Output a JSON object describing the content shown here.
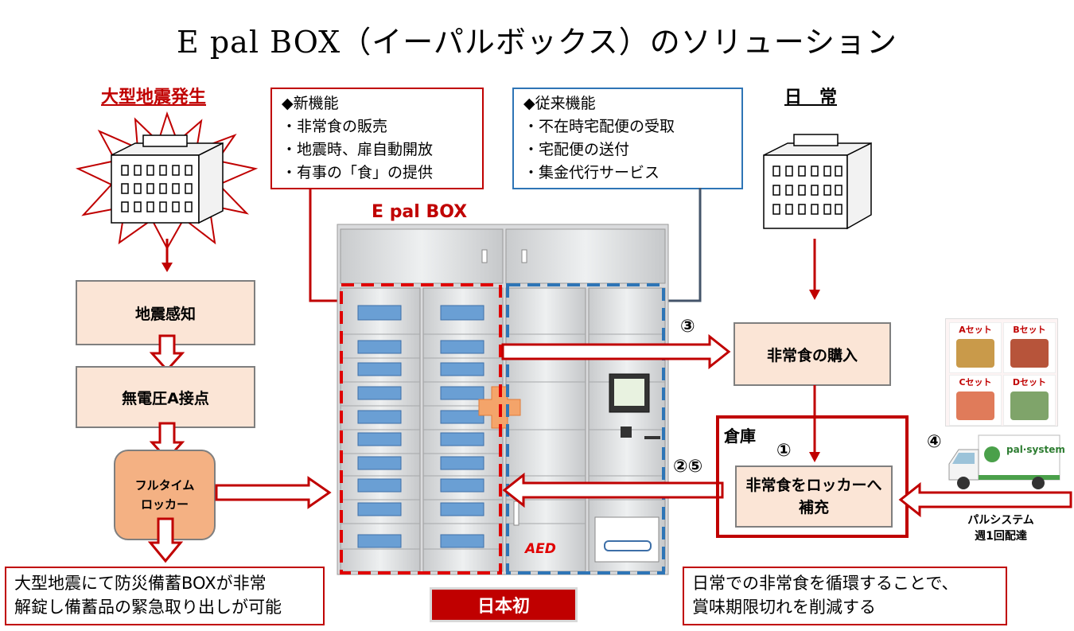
{
  "title": "E pal BOX（イーパルボックス）のソリューション",
  "left": {
    "heading": "大型地震発生",
    "steps": [
      "地震感知",
      "無電圧A接点"
    ],
    "locker_line1": "フルタイム",
    "locker_line2": "ロッカー",
    "note_line1": "大型地震にて防災備蓄BOXが非常",
    "note_line2": "解錠し備蓄品の緊急取り出しが可能"
  },
  "new_features": {
    "title": "◆新機能",
    "items": [
      "・非常食の販売",
      "・地震時、扉自動開放",
      "・有事の「食」の提供"
    ]
  },
  "old_features": {
    "title": "◆従来機能",
    "items": [
      "・不在時宅配便の受取",
      "・宅配便の送付",
      "・集金代行サービス"
    ]
  },
  "center": {
    "box_label": "E pal BOX",
    "first_badge": "日本初",
    "aed_label": "AED"
  },
  "right": {
    "heading": "日　常",
    "purchase": "非常食の購入",
    "warehouse": "倉庫",
    "refill_line1": "非常食をロッカーへ",
    "refill_line2": "補充",
    "delivery_line1": "パルシステム",
    "delivery_line2": "週1回配達",
    "truck_logo": "pal·system",
    "sets": [
      "Aセット",
      "Bセット",
      "Cセット",
      "Dセット"
    ],
    "note_line1": "日常での非常食を循環することで、",
    "note_line2": "賞味期限切れを削減する"
  },
  "markers": {
    "m3": "③",
    "m1": "①",
    "m25": "②⑤",
    "m4": "④"
  },
  "colors": {
    "red": "#c00000",
    "blue": "#2e75b6",
    "peach": "#fbe5d6",
    "orange": "#f4b183"
  }
}
